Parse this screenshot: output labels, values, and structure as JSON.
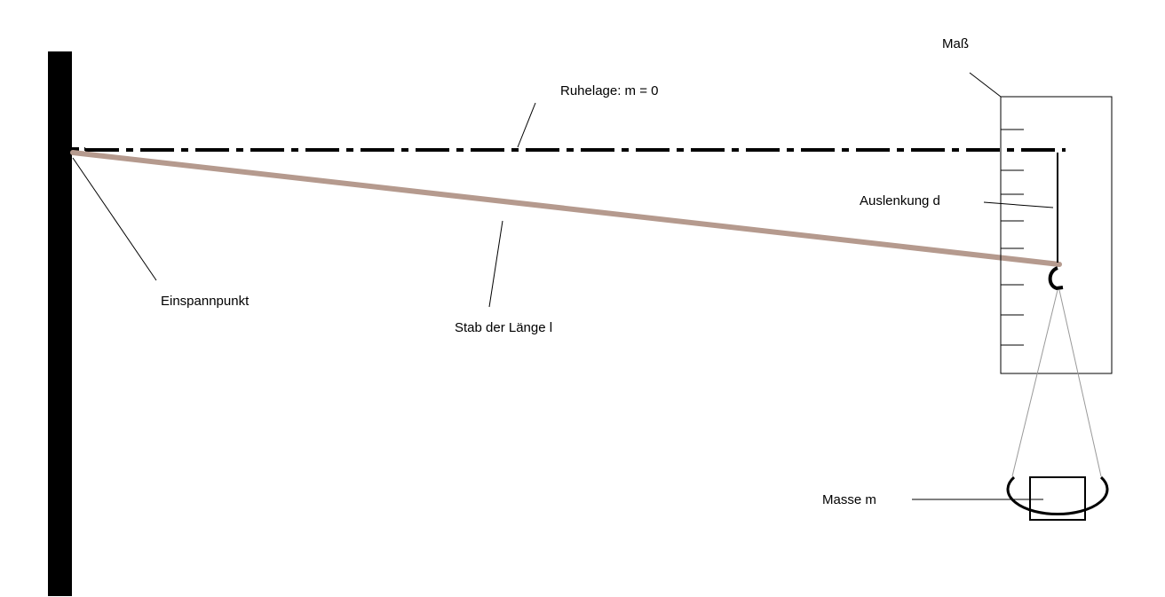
{
  "labels": {
    "measure": "Maß",
    "rest_position": "Ruhelage: m = 0",
    "deflection": "Auslenkung d",
    "clamp_point": "Einspannpunkt",
    "rod": "Stab der Länge l",
    "mass": "Masse m"
  },
  "colors": {
    "wall": "#000000",
    "rod": "#b59a8e",
    "rest_line": "#000000",
    "leader_line": "#000000",
    "suspension_line": "#999999"
  }
}
